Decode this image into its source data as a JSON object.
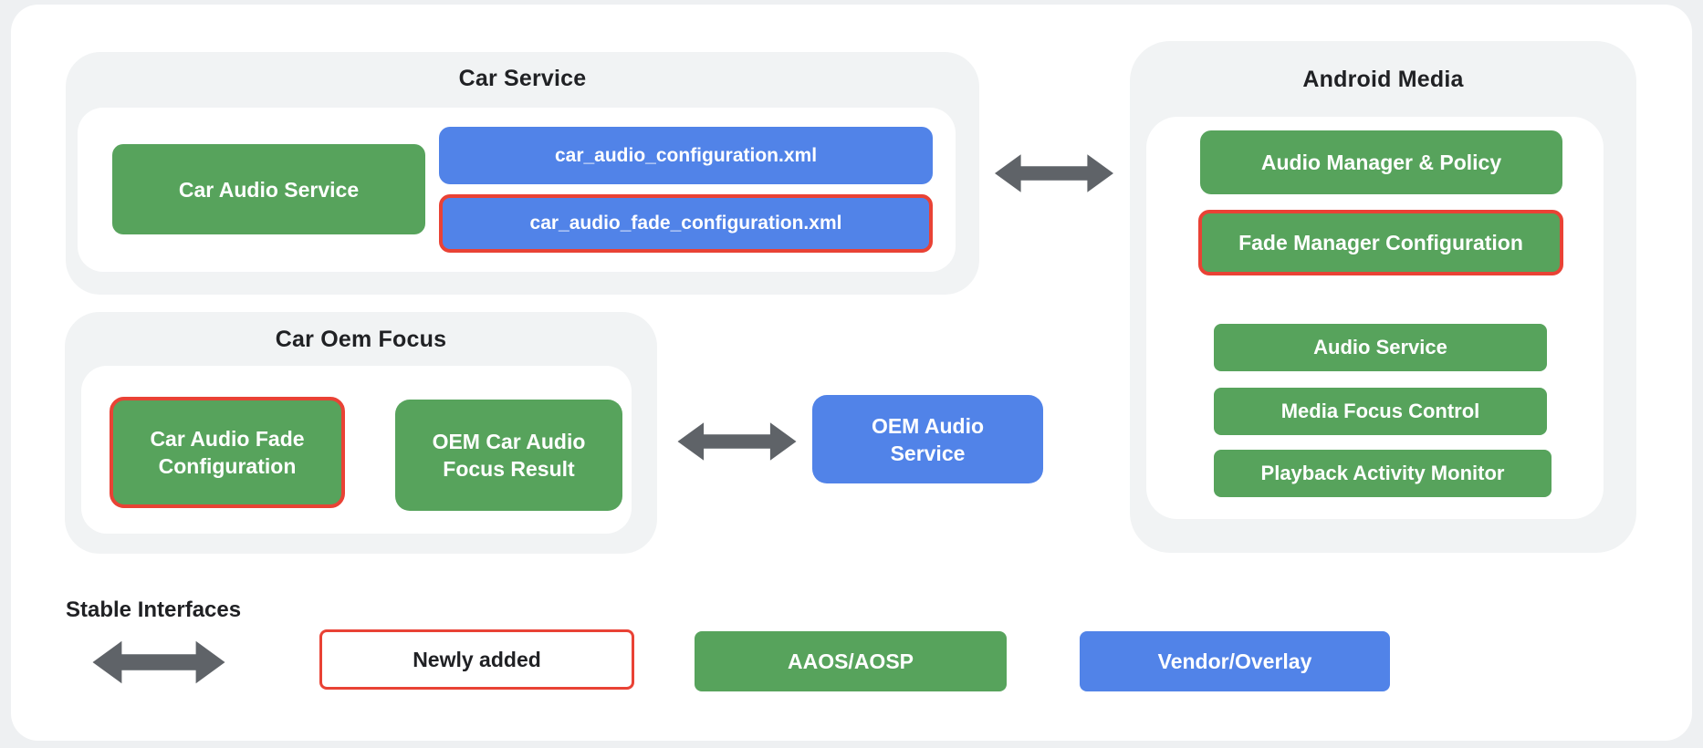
{
  "diagram": {
    "car_service": {
      "title": "Car Service",
      "car_audio_service": "Car Audio Service",
      "config_xml": "car_audio_configuration.xml",
      "fade_config_xml": "car_audio_fade_configuration.xml"
    },
    "android_media": {
      "title": "Android Media",
      "audio_manager_policy": "Audio Manager & Policy",
      "fade_manager_configuration": "Fade Manager Configuration",
      "audio_service": "Audio Service",
      "media_focus_control": "Media Focus Control",
      "playback_activity_monitor": "Playback Activity Monitor"
    },
    "car_oem_focus": {
      "title": "Car Oem Focus",
      "car_audio_fade_configuration": "Car Audio Fade Configuration",
      "oem_car_audio_focus_result": "OEM Car Audio Focus Result"
    },
    "oem_audio_service": "OEM Audio Service"
  },
  "legend": {
    "stable_interfaces": "Stable Interfaces",
    "newly_added": "Newly added",
    "aaos_aosp": "AAOS/AOSP",
    "vendor_overlay": "Vendor/Overlay"
  },
  "colors": {
    "aaos_green": "#57a35c",
    "vendor_blue": "#5183e8",
    "newly_added_red": "#e94235",
    "arrow_gray": "#5f6368",
    "group_gray": "#f1f3f4",
    "page_background": "#eef0f2"
  }
}
